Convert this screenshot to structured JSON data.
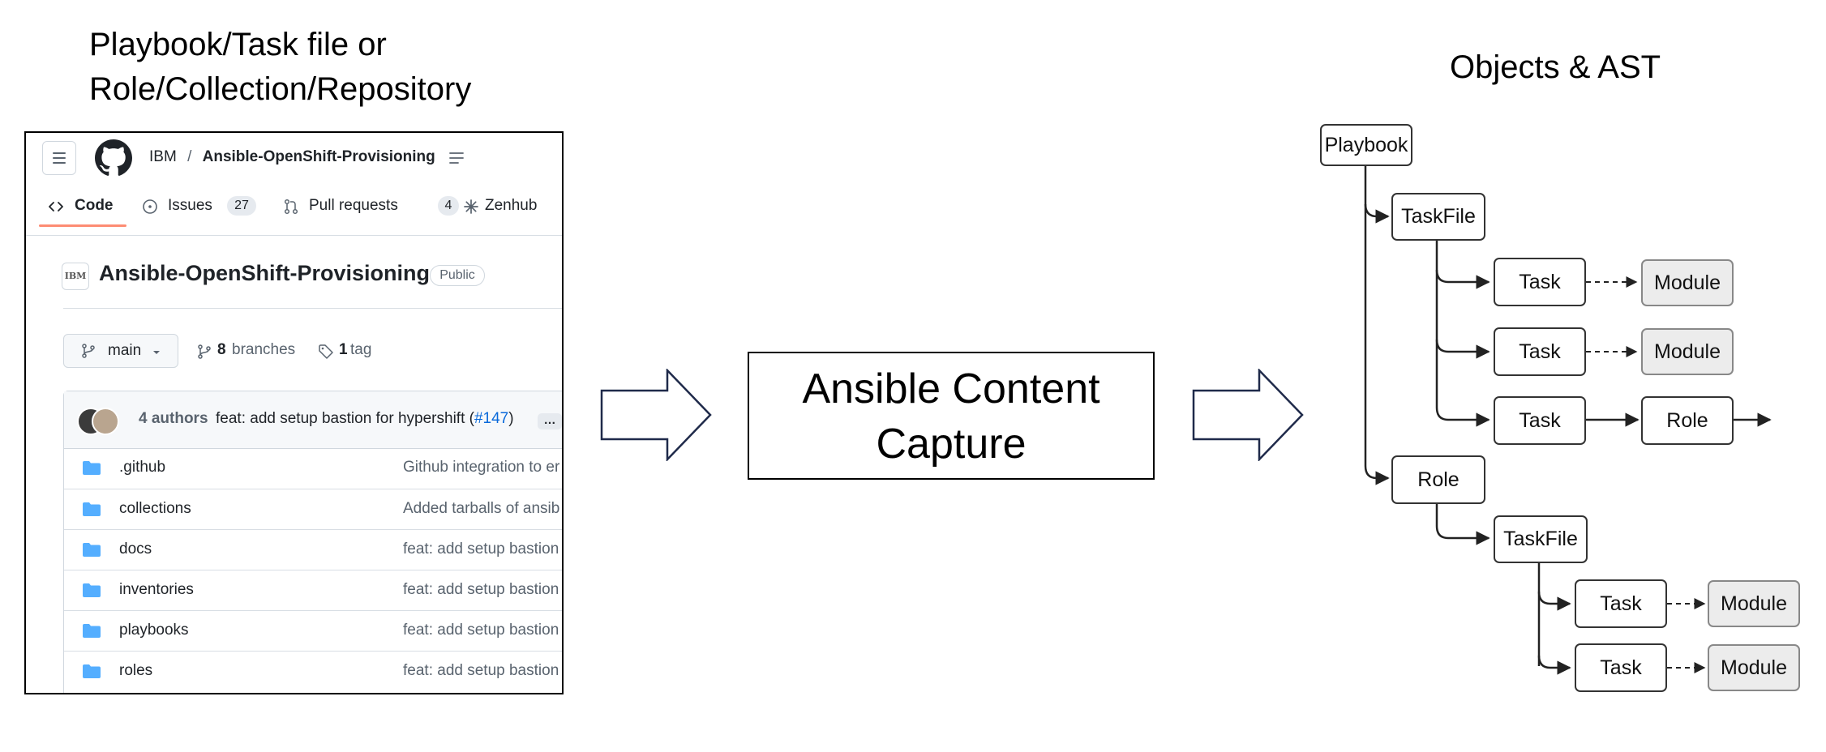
{
  "captions": {
    "left_line1": "Playbook/Task file or",
    "left_line2": "Role/Collection/Repository",
    "right": "Objects & AST"
  },
  "github": {
    "owner": "IBM",
    "separator": "/",
    "repo": "Ansible-OpenShift-Provisioning",
    "tabs": [
      {
        "label": "Code"
      },
      {
        "label": "Issues",
        "count": "27"
      },
      {
        "label": "Pull requests",
        "count": "4"
      },
      {
        "label": "Zenhub"
      }
    ],
    "org_badge": "IBM",
    "repo_title": "Ansible-OpenShift-Provisioning",
    "visibility": "Public",
    "branch": "main",
    "branches_count": "8",
    "branches_label": "branches",
    "tags_count": "1",
    "tags_label": "tag",
    "commit": {
      "authors": "4 authors",
      "message": "feat: add setup bastion for hypershift (",
      "pr_link": "#147",
      "close": ")",
      "more": "…"
    },
    "files": [
      {
        "name": ".github",
        "message": "Github integration to er"
      },
      {
        "name": "collections",
        "message": "Added tarballs of ansib"
      },
      {
        "name": "docs",
        "message": "feat: add setup bastion"
      },
      {
        "name": "inventories",
        "message": "feat: add setup bastion"
      },
      {
        "name": "playbooks",
        "message": "feat: add setup bastion"
      },
      {
        "name": "roles",
        "message": "feat: add setup bastion"
      }
    ],
    "colors": {
      "accent": "#fd8c73",
      "folder": "#54aeff",
      "link": "#0969da"
    }
  },
  "capture_box": {
    "line1": "Ansible Content",
    "line2": "Capture"
  },
  "tree": {
    "playbook": "Playbook",
    "taskfile_1": "TaskFile",
    "task_1": "Task",
    "module_1": "Module",
    "task_2": "Task",
    "module_2": "Module",
    "task_3": "Task",
    "role_1": "Role",
    "role_top": "Role",
    "taskfile_2": "TaskFile",
    "task_4": "Task",
    "module_3": "Module",
    "task_5": "Task",
    "module_4": "Module"
  }
}
